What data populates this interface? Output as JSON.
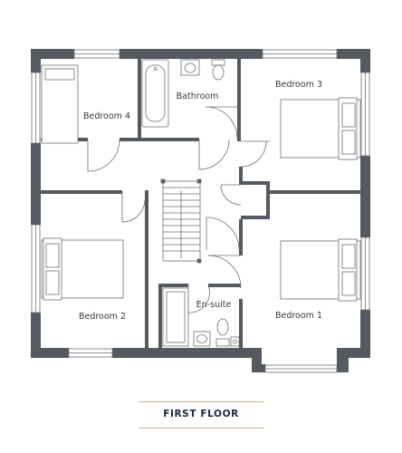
{
  "plan": {
    "rooms": {
      "bedroom_4": "Bedroom 4",
      "bathroom": "Bathroom",
      "bedroom_3": "Bedroom 3",
      "bedroom_2": "Bedroom 2",
      "en_suite": "En-suite",
      "bedroom_1": "Bedroom 1"
    },
    "floor_title": "FIRST FLOOR"
  },
  "colors": {
    "wall": "#545a60",
    "line": "#6b6f73",
    "title": "#1e2540",
    "rule": "#cdb88f"
  }
}
